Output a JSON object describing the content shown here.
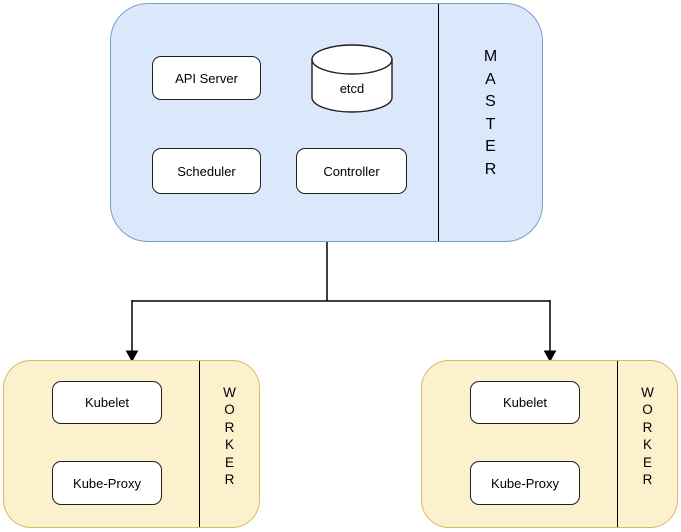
{
  "diagram": {
    "master": {
      "label": "MASTER",
      "api_server": "API Server",
      "etcd": "etcd",
      "scheduler": "Scheduler",
      "controller": "Controller"
    },
    "workers": [
      {
        "label": "WORKER",
        "kubelet": "Kubelet",
        "kube_proxy": "Kube-Proxy"
      },
      {
        "label": "WORKER",
        "kubelet": "Kubelet",
        "kube_proxy": "Kube-Proxy"
      }
    ],
    "colors": {
      "master_fill": "#dbe8fb",
      "master_stroke": "#7e9bc8",
      "worker_fill": "#fcf1cd",
      "worker_stroke": "#d8b865",
      "box_fill": "#ffffff",
      "box_stroke": "#1f1f1f",
      "connector": "#000000"
    }
  }
}
